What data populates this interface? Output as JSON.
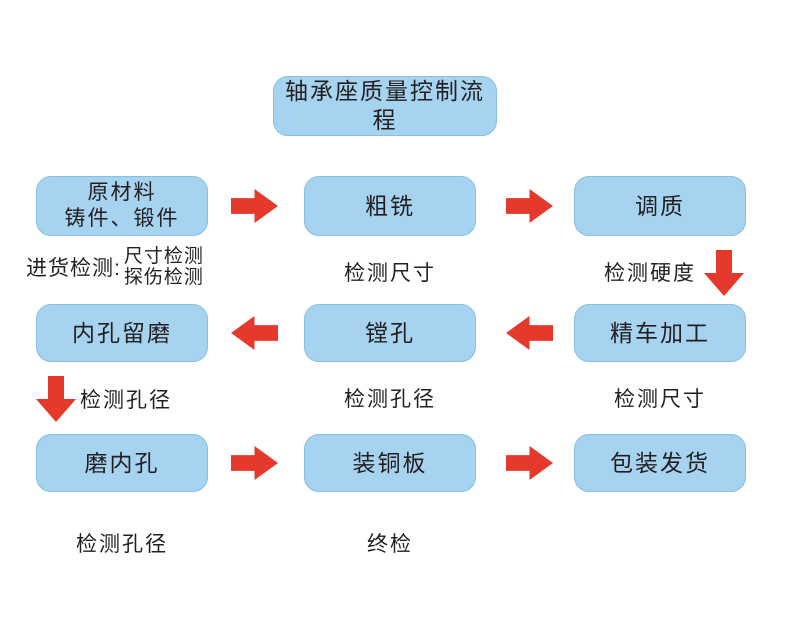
{
  "title": "轴承座质量控制流程",
  "colors": {
    "box_fill": "#a6d3ef",
    "box_border": "#85c0e2",
    "arrow_red": "#e5392c",
    "text": "#231f20",
    "background": "#ffffff"
  },
  "flow": {
    "row1": {
      "node_raw_material": {
        "line1": "原材料",
        "line2": "铸件、锻件"
      },
      "node_rough_mill": "粗铣",
      "node_temper": "调质",
      "caption_incoming": {
        "label": "进货检测:",
        "line1": "尺寸检测",
        "line2": "探伤检测"
      },
      "caption_check_size": "检测尺寸",
      "caption_check_hardness": "检测硬度"
    },
    "row2": {
      "node_bore_allowance": "内孔留磨",
      "node_boring": "镗孔",
      "node_fine_turning": "精车加工",
      "caption_check_bore_left": "检测孔径",
      "caption_check_bore_mid": "检测孔径",
      "caption_check_size": "检测尺寸"
    },
    "row3": {
      "node_grind_bore": "磨内孔",
      "node_copper_plate": "装铜板",
      "node_pack_ship": "包装发货",
      "caption_check_bore": "检测孔径",
      "caption_final_inspection": "终检"
    }
  }
}
